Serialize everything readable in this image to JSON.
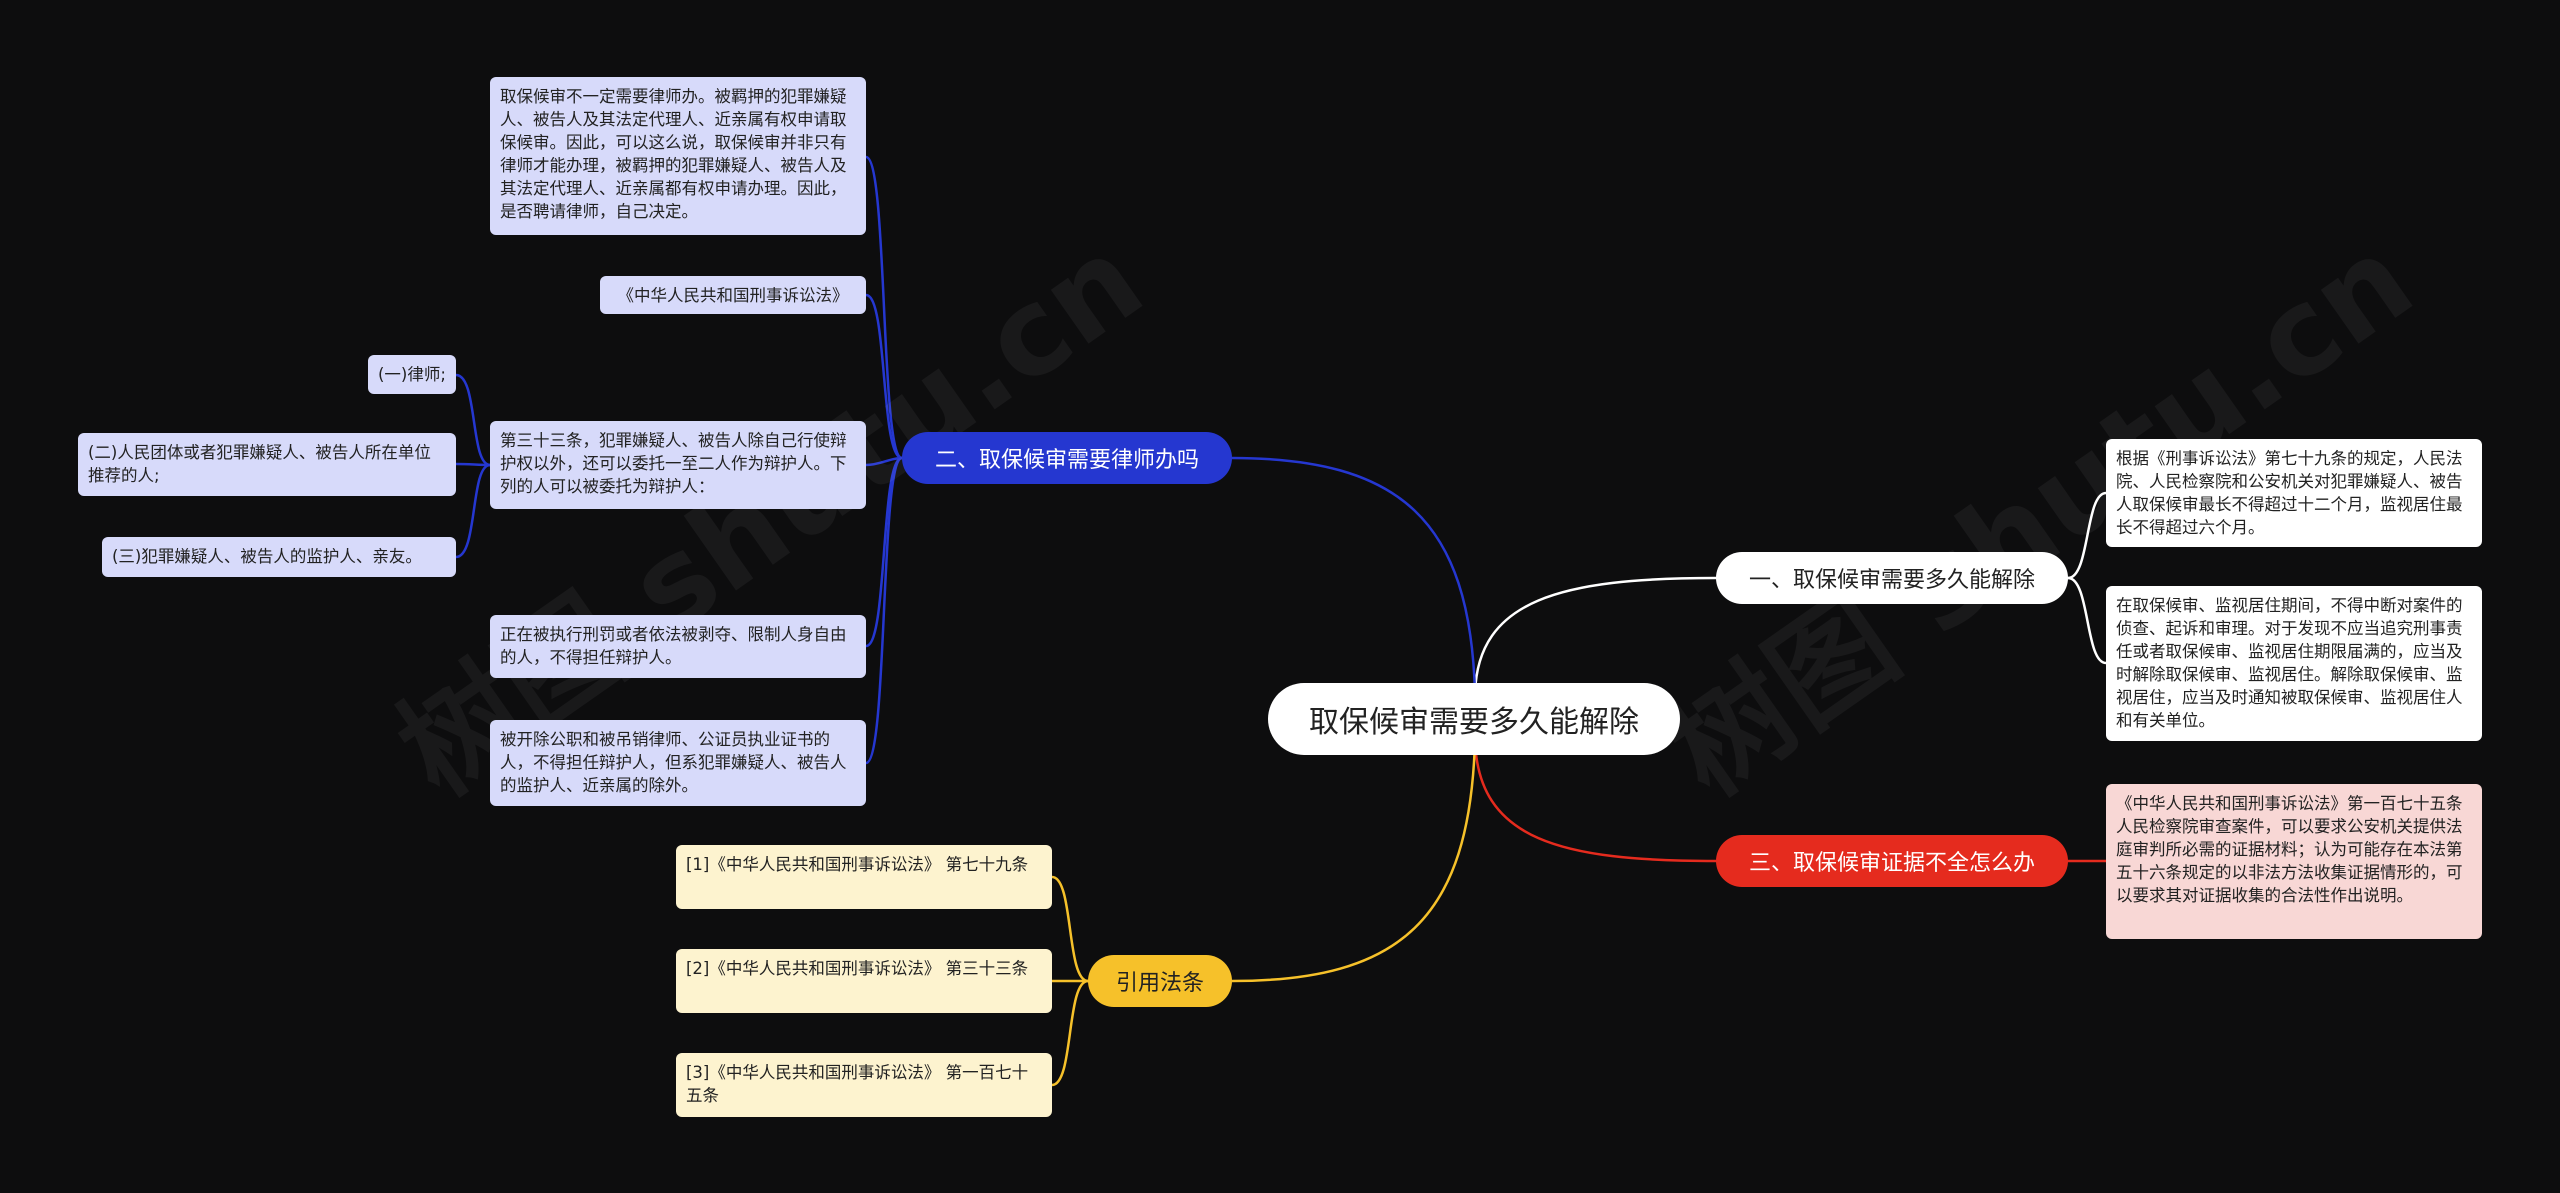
{
  "colors": {
    "background": "#0d0d0e",
    "blue": "#2537d0",
    "white": "#ffffff",
    "red": "#e52b1e",
    "yellow": "#f6c12a",
    "lavender": "#d7dafa",
    "pink": "#f8d7d5",
    "cream": "#fdf3cf"
  },
  "watermark": "树图 shutu.cn",
  "root": {
    "title": "取保候审需要多久能解除"
  },
  "branches": {
    "b1": {
      "title": "一、取保候审需要多久能解除",
      "items": [
        "根据《刑事诉讼法》第七十九条的规定，人民法院、人民检察院和公安机关对犯罪嫌疑人、被告人取保候审最长不得超过十二个月，监视居住最长不得超过六个月。",
        "在取保候审、监视居住期间，不得中断对案件的侦查、起诉和审理。对于发现不应当追究刑事责任或者取保候审、监视居住期限届满的，应当及时解除取保候审、监视居住。解除取保候审、监视居住，应当及时通知被取保候审、监视居住人和有关单位。"
      ]
    },
    "b2": {
      "title": "二、取保候审需要律师办吗",
      "items": [
        "取保候审不一定需要律师办。被羁押的犯罪嫌疑人、被告人及其法定代理人、近亲属有权申请取保候审。因此，可以这么说，取保候审并非只有律师才能办理，被羁押的犯罪嫌疑人、被告人及其法定代理人、近亲属都有权申请办理。因此，是否聘请律师，自己决定。",
        "《中华人民共和国刑事诉讼法》",
        "第三十三条，犯罪嫌疑人、被告人除自己行使辩护权以外，还可以委托一至二人作为辩护人。下列的人可以被委托为辩护人：",
        "正在被执行刑罚或者依法被剥夺、限制人身自由的人，不得担任辩护人。",
        "被开除公职和被吊销律师、公证员执业证书的人，不得担任辩护人，但系犯罪嫌疑人、被告人的监护人、近亲属的除外。"
      ],
      "subitems": [
        "(一)律师;",
        "(二)人民团体或者犯罪嫌疑人、被告人所在单位推荐的人;",
        "(三)犯罪嫌疑人、被告人的监护人、亲友。"
      ]
    },
    "b3": {
      "title": "三、取保候审证据不全怎么办",
      "items": [
        "《中华人民共和国刑事诉讼法》第一百七十五条人民检察院审查案件，可以要求公安机关提供法庭审判所必需的证据材料；认为可能存在本法第五十六条规定的以非法方法收集证据情形的，可以要求其对证据收集的合法性作出说明。"
      ]
    },
    "b4": {
      "title": "引用法条",
      "items": [
        "[1]《中华人民共和国刑事诉讼法》 第七十九条",
        "[2]《中华人民共和国刑事诉讼法》 第三十三条",
        "[3]《中华人民共和国刑事诉讼法》 第一百七十五条"
      ]
    }
  }
}
